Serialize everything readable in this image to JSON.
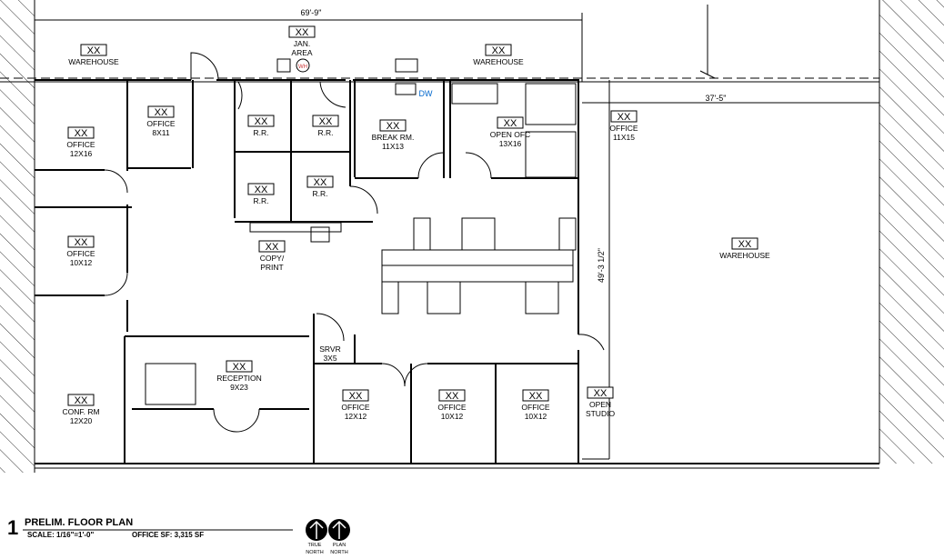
{
  "title_block": {
    "number": "1",
    "title": "PRELIM. FLOOR PLAN",
    "scale": "SCALE: 1/16\"=1'-0\"",
    "office_sf": "OFFICE SF:  3,315 SF",
    "north_true": [
      "TRUE",
      "NORTH"
    ],
    "north_plan": [
      "PLAN",
      "NORTH"
    ]
  },
  "dimensions": {
    "overall_width": "69'-9\"",
    "warehouse_width": "37'-5\"",
    "depth": "49'-3 1/2\""
  },
  "fixtures": {
    "dishwasher": "DW",
    "water_heater": "WH"
  },
  "rooms": [
    {
      "tag": "XX",
      "name": "WAREHOUSE",
      "size": ""
    },
    {
      "tag": "XX",
      "name": "JAN.",
      "size": "AREA"
    },
    {
      "tag": "XX",
      "name": "WAREHOUSE",
      "size": ""
    },
    {
      "tag": "XX",
      "name": "OFFICE",
      "size": "8X11"
    },
    {
      "tag": "XX",
      "name": "OFFICE",
      "size": "12X16"
    },
    {
      "tag": "XX",
      "name": "R.R.",
      "size": ""
    },
    {
      "tag": "XX",
      "name": "R.R.",
      "size": ""
    },
    {
      "tag": "XX",
      "name": "R.R.",
      "size": ""
    },
    {
      "tag": "XX",
      "name": "R.R.",
      "size": ""
    },
    {
      "tag": "XX",
      "name": "BREAK RM.",
      "size": "11X13"
    },
    {
      "tag": "XX",
      "name": "OPEN OFC",
      "size": "13X16"
    },
    {
      "tag": "XX",
      "name": "OFFICE",
      "size": "11X15"
    },
    {
      "tag": "XX",
      "name": "COPY/",
      "size": "PRINT"
    },
    {
      "tag": "XX",
      "name": "OFFICE",
      "size": "10X12"
    },
    {
      "tag": "XX",
      "name": "WAREHOUSE",
      "size": ""
    },
    {
      "tag": "",
      "name": "SRVR",
      "size": "3X5"
    },
    {
      "tag": "XX",
      "name": "RECEPTION",
      "size": "9X23"
    },
    {
      "tag": "XX",
      "name": "CONF. RM",
      "size": "12X20"
    },
    {
      "tag": "XX",
      "name": "OFFICE",
      "size": "12X12"
    },
    {
      "tag": "XX",
      "name": "OFFICE",
      "size": "10X12"
    },
    {
      "tag": "XX",
      "name": "OFFICE",
      "size": "10X12"
    },
    {
      "tag": "XX",
      "name": "OPEN",
      "size": "STUDIO"
    }
  ]
}
